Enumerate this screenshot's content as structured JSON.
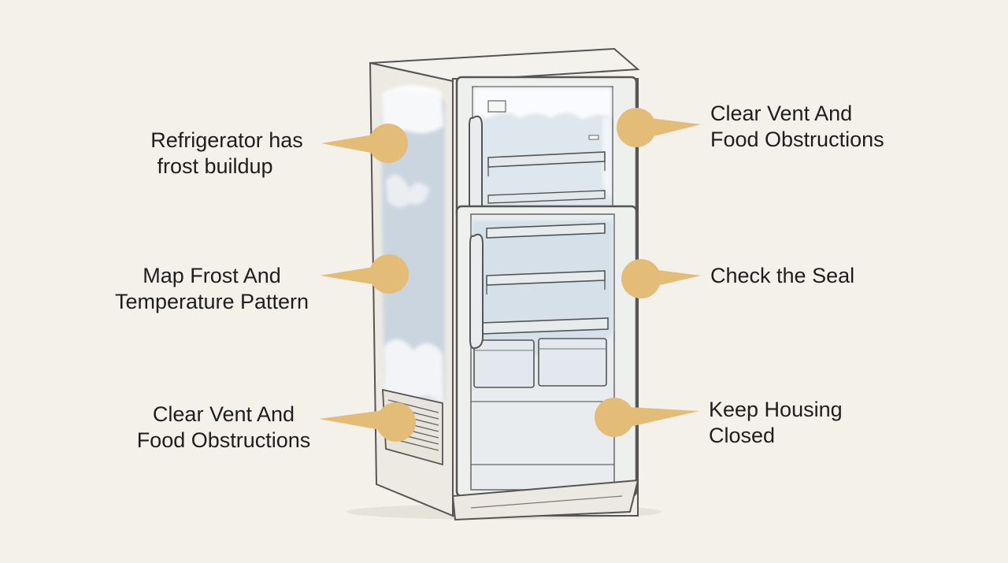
{
  "callouts": {
    "left_top": {
      "line1": "Refrigerator has",
      "line2": "frost buildup"
    },
    "left_mid": {
      "line1": "Map Frost And",
      "line2": "Temperature Pattern"
    },
    "left_bottom": {
      "line1": "Clear Vent And",
      "line2": "Food Obstructions"
    },
    "right_top": {
      "line1": "Clear Vent And",
      "line2": "Food Obstructions"
    },
    "right_mid": {
      "line1": "Check the Seal"
    },
    "right_bottom": {
      "line1": "Keep Housing",
      "line2": "Closed"
    }
  },
  "colors": {
    "background": "#f3f1ea",
    "marker": "#e3bd78",
    "ink": "#4a4a4a",
    "frost": "#b9cbdd"
  },
  "icons": {
    "callout_marker": "pointer-bubble-icon",
    "vent": "vent-grille-icon"
  }
}
